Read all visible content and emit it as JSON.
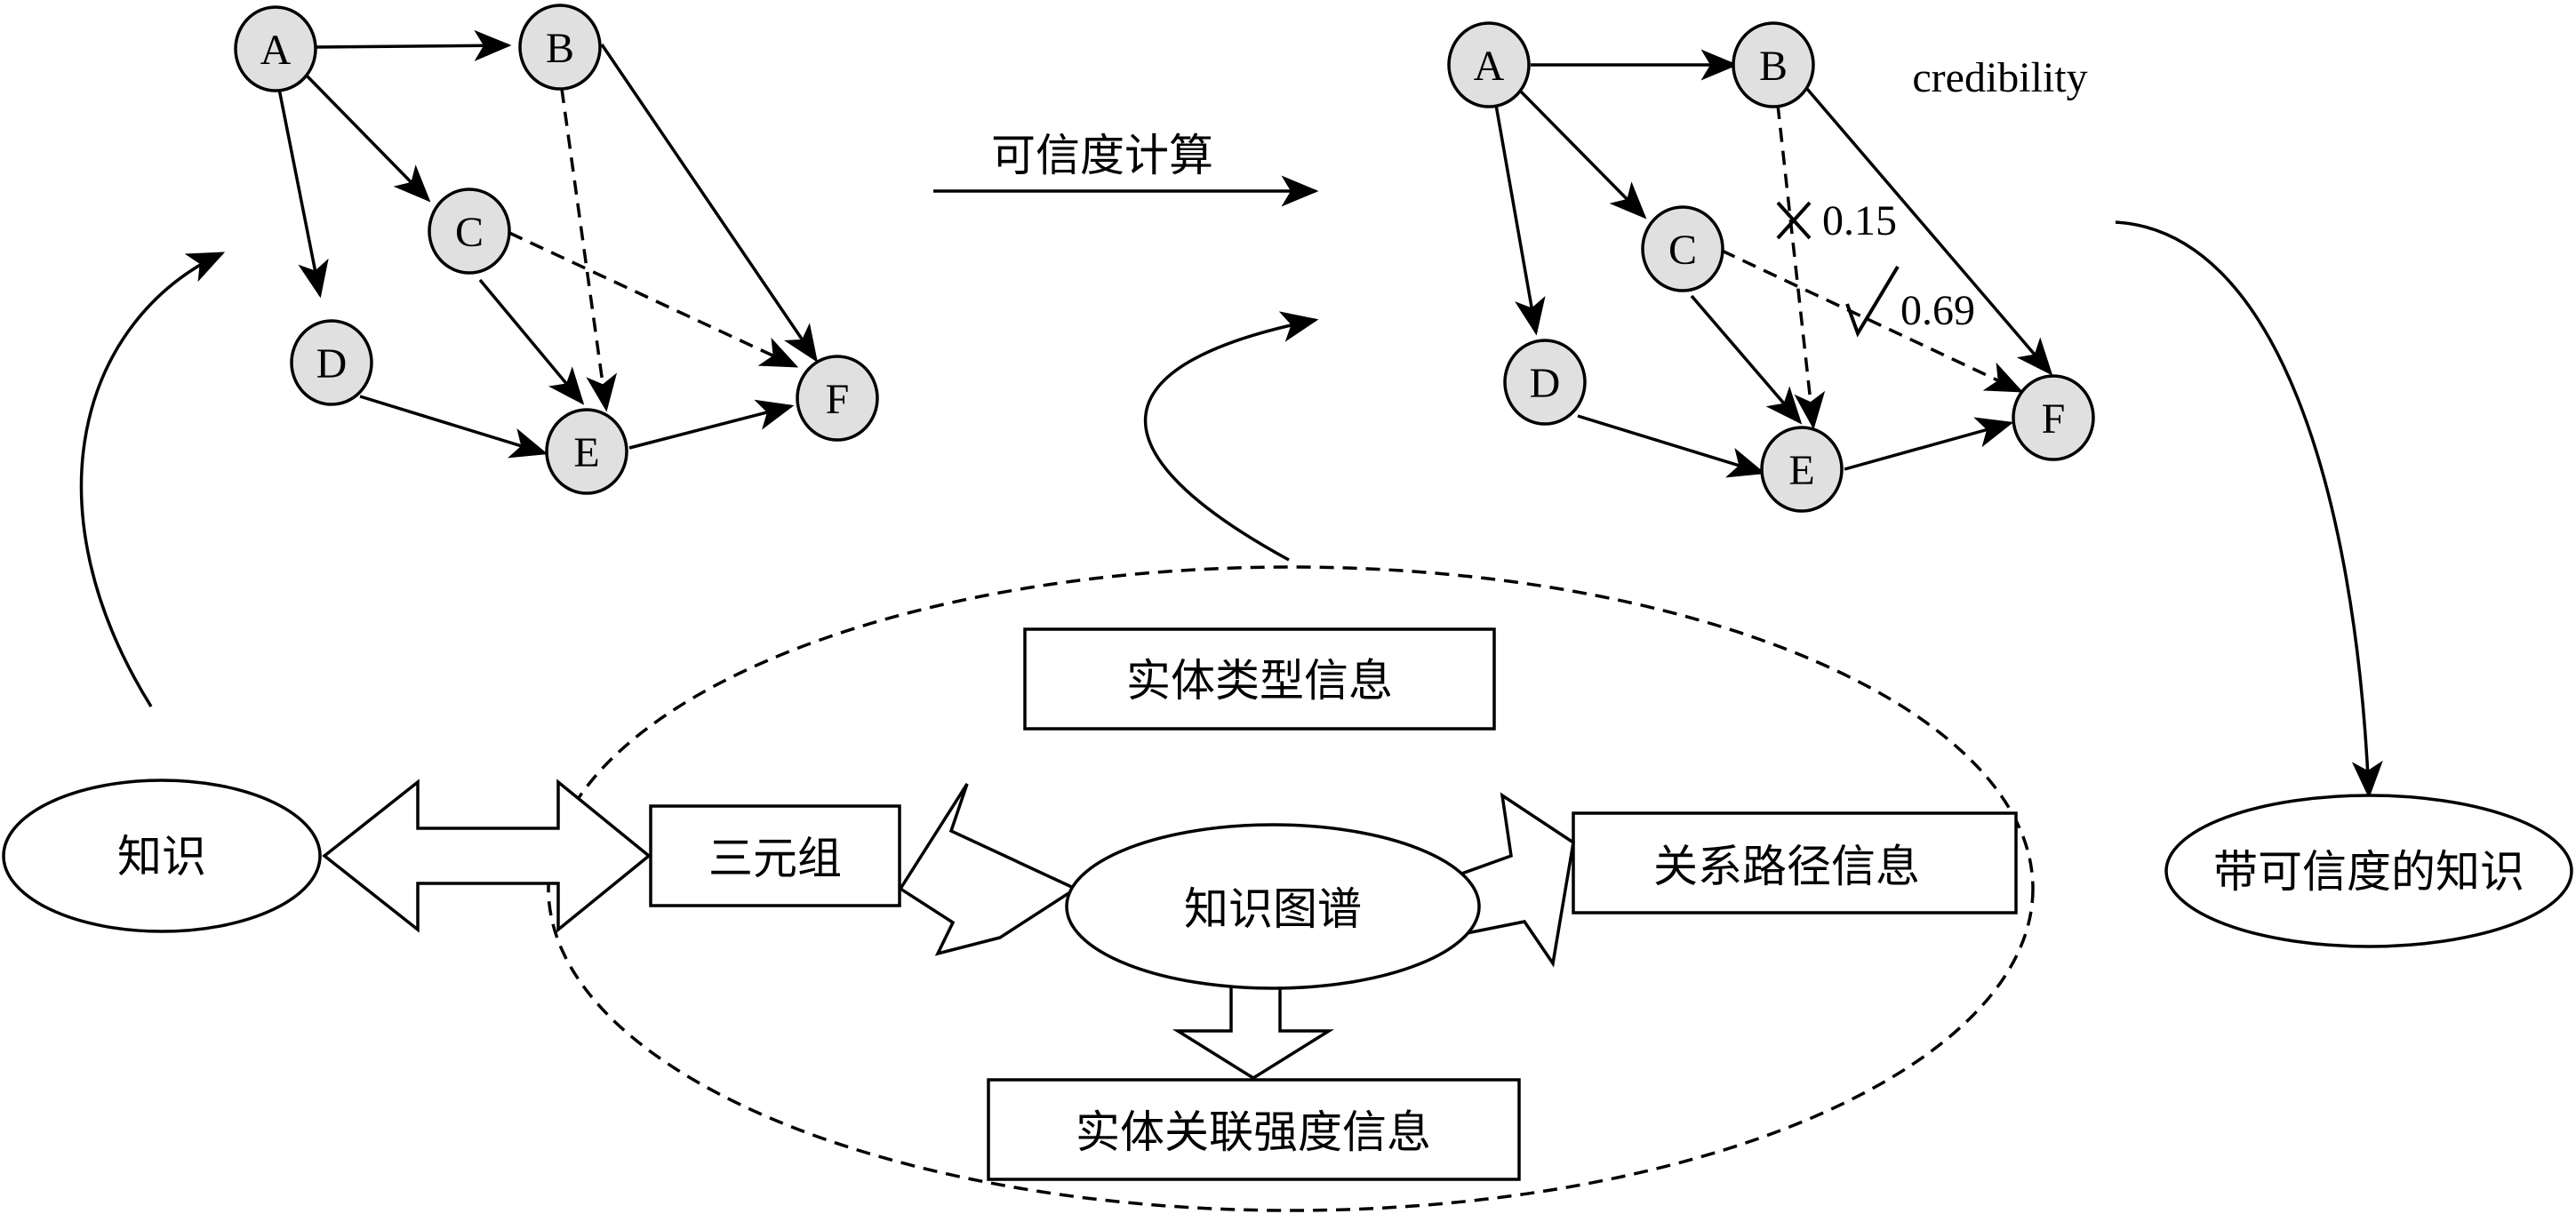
{
  "graph_left": {
    "nodes": [
      "A",
      "B",
      "C",
      "D",
      "E",
      "F"
    ]
  },
  "graph_right": {
    "nodes": [
      "A",
      "B",
      "C",
      "D",
      "E",
      "F"
    ],
    "credibility_label": "credibility",
    "score_rejected": "0.15",
    "score_accepted": "0.69"
  },
  "process_label": "可信度计算",
  "knowledge_label": "知识",
  "knowledge_graph_label": "知识图谱",
  "triple_label": "三元组",
  "entity_type_label": "实体类型信息",
  "relation_path_label": "关系路径信息",
  "association_strength_label": "实体关联强度信息",
  "credible_knowledge_label": "带可信度的知识"
}
